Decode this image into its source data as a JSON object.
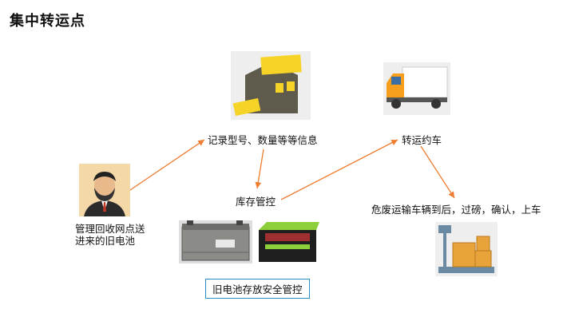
{
  "title": "集中转运点",
  "labels": {
    "record": "记录型号、数量等等信息",
    "transport": "转运约车",
    "inventory": "库存管控",
    "hazard": "危废运输车辆到后，过磅，确认，上车",
    "manager_line1": "管理回收网点送",
    "manager_line2": "进来的旧电池",
    "storage_safety": "旧电池存放安全管控"
  },
  "icons": {
    "warehouse": "warehouse-icon",
    "truck": "truck-icon",
    "person": "person-icon",
    "battery_old": "old-battery-icon",
    "battery_green": "green-battery-icon",
    "scale": "scale-icon"
  },
  "colors": {
    "arrow": "#ee7d31",
    "box_border": "#2a8fc8",
    "warehouse": "#5e5a4c",
    "gold": "#f5d327",
    "truck_cab": "#f59f1c"
  }
}
